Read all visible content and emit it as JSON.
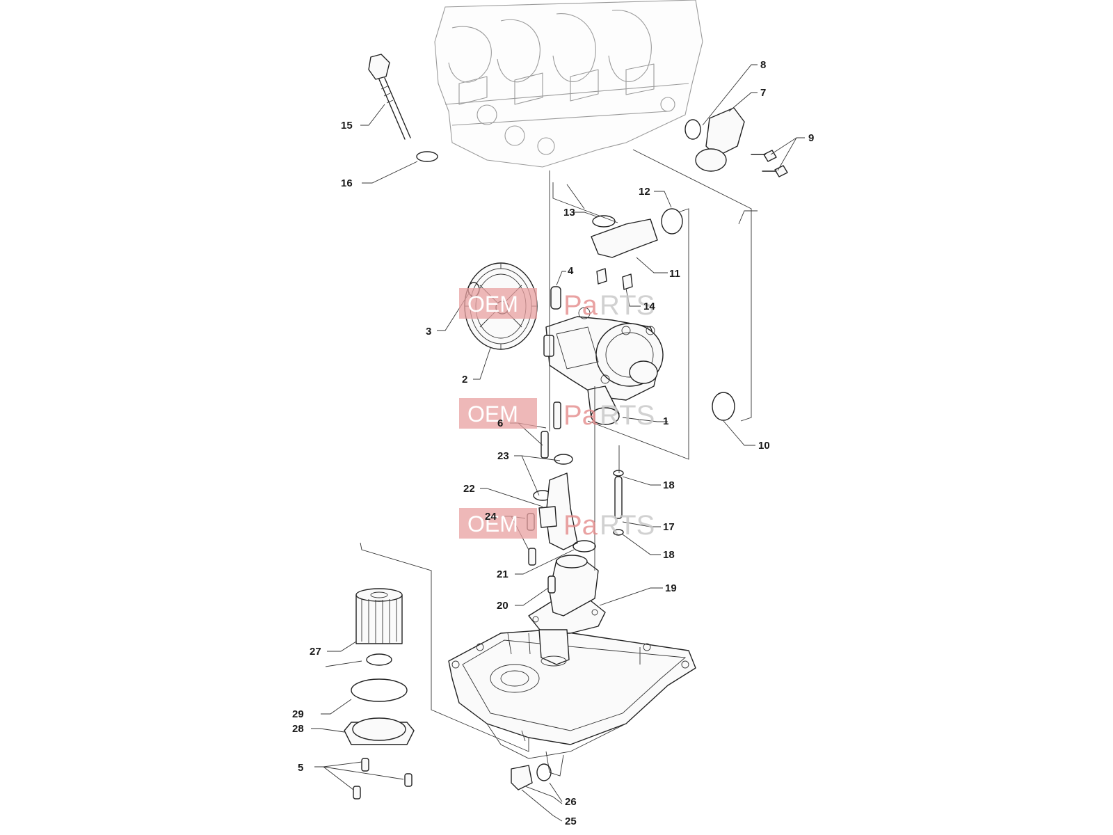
{
  "diagram": {
    "callouts": [
      "1",
      "2",
      "3",
      "4",
      "5",
      "6",
      "7",
      "8",
      "9",
      "10",
      "11",
      "12",
      "13",
      "14",
      "15",
      "16",
      "17",
      "18",
      "18",
      "19",
      "20",
      "21",
      "22",
      "23",
      "24",
      "25",
      "26",
      "27",
      "28",
      "29"
    ]
  },
  "watermark": {
    "brand_left": "OEM",
    "brand_mid": "Pa",
    "brand_right": "RTS",
    "color": "#e48b8b"
  }
}
